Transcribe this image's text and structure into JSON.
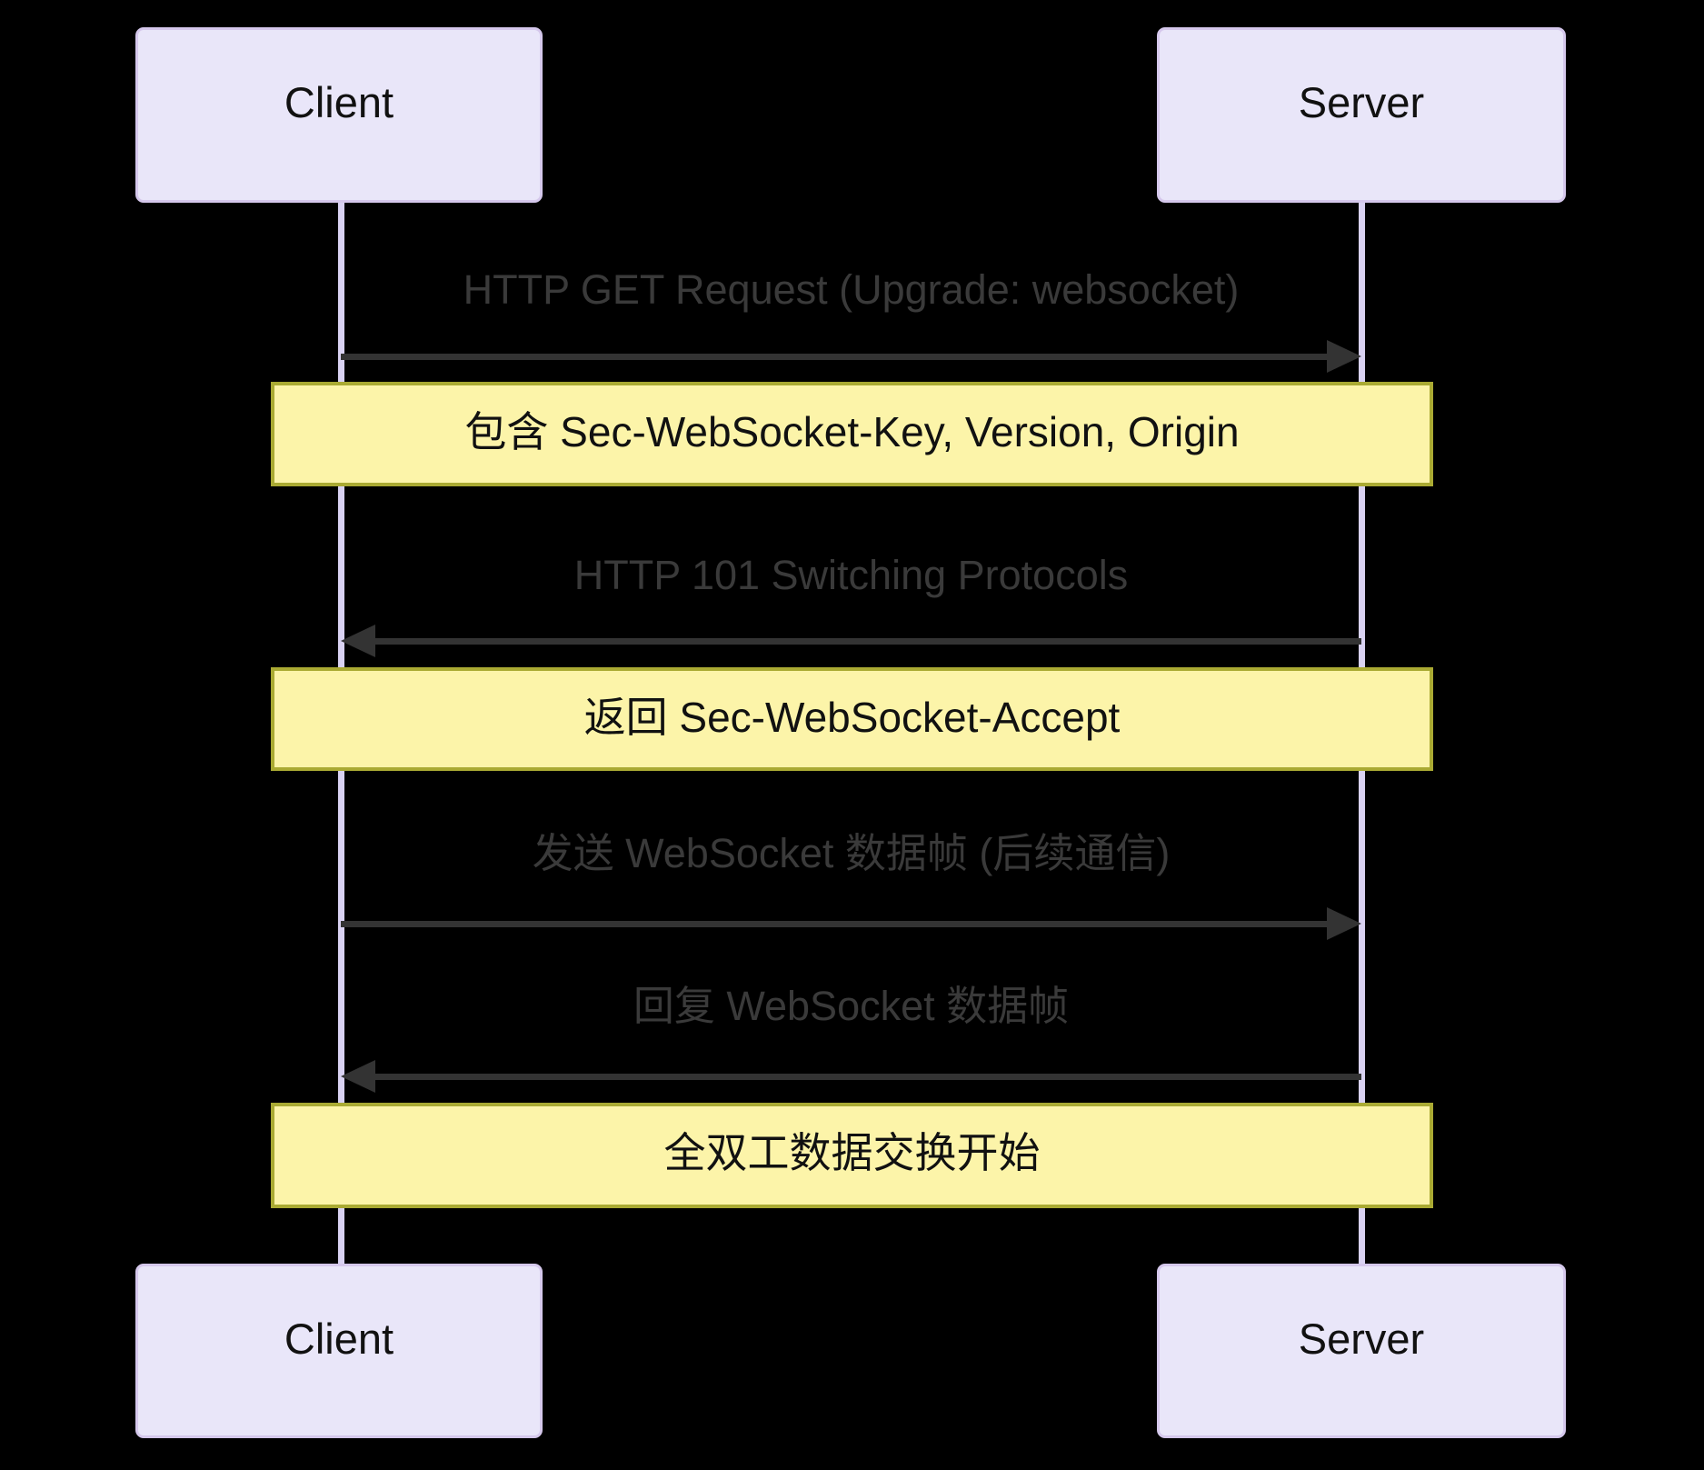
{
  "diagram_type": "sequence-diagram",
  "actors": [
    {
      "name": "Client"
    },
    {
      "name": "Server"
    }
  ],
  "messages": [
    {
      "text": "HTTP GET Request (Upgrade: websocket)",
      "from": "Client",
      "to": "Server",
      "direction": "right"
    },
    {
      "text": "HTTP 101 Switching Protocols",
      "from": "Server",
      "to": "Client",
      "direction": "left"
    },
    {
      "text": "发送 WebSocket 数据帧 (后续通信)",
      "from": "Client",
      "to": "Server",
      "direction": "right"
    },
    {
      "text": "回复 WebSocket 数据帧",
      "from": "Server",
      "to": "Client",
      "direction": "left"
    }
  ],
  "notes": [
    {
      "text": "包含 Sec-WebSocket-Key, Version, Origin",
      "over": "Client,Server"
    },
    {
      "text": "返回 Sec-WebSocket-Accept",
      "over": "Client,Server"
    },
    {
      "text": "全双工数据交换开始",
      "over": "Client,Server"
    }
  ],
  "colors": {
    "background": "#000000",
    "actor_fill": "#e9e6f9",
    "actor_border": "#d5c8ec",
    "actor_text": "#111111",
    "lifeline": "#d9d2f2",
    "arrow": "#333333",
    "message_text": "#3a3a3a",
    "note_fill": "#fcf4a9",
    "note_border": "#aaaa33",
    "note_text": "#111111"
  }
}
